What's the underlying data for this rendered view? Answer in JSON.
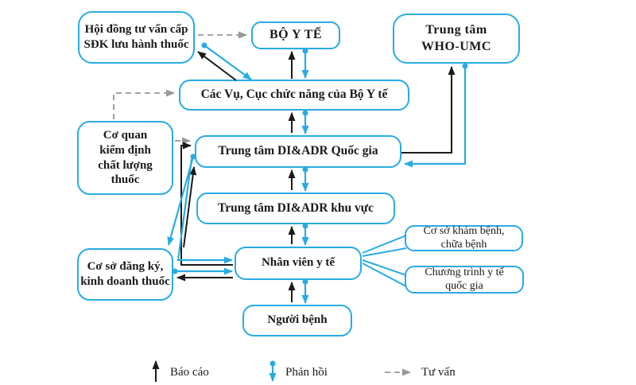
{
  "colors": {
    "accent_blue": "#29abe2",
    "arrow_black": "#1a1a1a",
    "dashed_gray": "#979797",
    "background": "#ffffff"
  },
  "nodes": {
    "hoi_dong": {
      "lines": [
        "Hội đồng tư vấn cấp",
        "SĐK lưu hành thuốc"
      ]
    },
    "bo_y_te": {
      "lines": [
        "BỘ Y TẾ"
      ]
    },
    "who_umc": {
      "lines": [
        "Trung tâm",
        "WHO-UMC"
      ]
    },
    "cac_vu": {
      "lines": [
        "Các Vụ, Cục chức năng của Bộ Y tế"
      ]
    },
    "co_quan_kiem_dinh": {
      "lines": [
        "Cơ quan",
        "kiểm định",
        "chất lượng",
        "thuốc"
      ]
    },
    "quoc_gia": {
      "lines": [
        "Trung tâm DI&ADR Quốc gia"
      ]
    },
    "khu_vuc": {
      "lines": [
        "Trung tâm DI&ADR khu vực"
      ]
    },
    "nhan_vien": {
      "lines": [
        "Nhân viên y tế"
      ]
    },
    "co_so_dang_ky": {
      "lines": [
        "Cơ sở đăng ký,",
        "kinh doanh thuốc"
      ]
    },
    "kham_benh": {
      "lines": [
        "Cơ sở khám bệnh,",
        "chữa bệnh"
      ]
    },
    "chuong_trinh": {
      "lines": [
        "Chương trình y tế",
        "quốc gia"
      ]
    },
    "nguoi_benh": {
      "lines": [
        "Người bệnh"
      ]
    }
  },
  "legend": {
    "bao_cao": "Báo cáo",
    "phan_hoi": "Phản hồi",
    "tu_van": "Tư vấn"
  },
  "edges": [
    {
      "type": "bao_cao",
      "from": "cac_vu",
      "to": "hoi_dong"
    },
    {
      "type": "bao_cao",
      "from": "cac_vu",
      "to": "bo_y_te"
    },
    {
      "type": "bao_cao",
      "from": "quoc_gia",
      "to": "cac_vu"
    },
    {
      "type": "bao_cao",
      "from": "quoc_gia",
      "to": "who_umc"
    },
    {
      "type": "bao_cao",
      "from": "khu_vuc",
      "to": "quoc_gia"
    },
    {
      "type": "bao_cao",
      "from": "nhan_vien",
      "to": "khu_vuc"
    },
    {
      "type": "bao_cao",
      "from": "nhan_vien",
      "to": "quoc_gia"
    },
    {
      "type": "bao_cao",
      "from": "nhan_vien",
      "to": "co_so_dang_ky"
    },
    {
      "type": "bao_cao",
      "from": "co_so_dang_ky",
      "to": "quoc_gia"
    },
    {
      "type": "bao_cao",
      "from": "nguoi_benh",
      "to": "nhan_vien"
    },
    {
      "type": "phan_hoi",
      "from": "hoi_dong",
      "to": "cac_vu"
    },
    {
      "type": "phan_hoi",
      "from": "bo_y_te",
      "to": "cac_vu"
    },
    {
      "type": "phan_hoi",
      "from": "cac_vu",
      "to": "quoc_gia"
    },
    {
      "type": "phan_hoi",
      "from": "who_umc",
      "to": "quoc_gia"
    },
    {
      "type": "phan_hoi",
      "from": "quoc_gia",
      "to": "khu_vuc"
    },
    {
      "type": "phan_hoi",
      "from": "quoc_gia",
      "to": "nhan_vien"
    },
    {
      "type": "phan_hoi",
      "from": "quoc_gia",
      "to": "co_so_dang_ky"
    },
    {
      "type": "phan_hoi",
      "from": "khu_vuc",
      "to": "nhan_vien"
    },
    {
      "type": "phan_hoi",
      "from": "co_so_dang_ky",
      "to": "nhan_vien"
    },
    {
      "type": "phan_hoi",
      "from": "nhan_vien",
      "to": "nguoi_benh"
    },
    {
      "type": "tu_van",
      "from": "hoi_dong",
      "to": "bo_y_te"
    },
    {
      "type": "tu_van",
      "from": "co_quan_kiem_dinh",
      "to": "cac_vu"
    },
    {
      "type": "tu_van",
      "from": "co_quan_kiem_dinh",
      "to": "quoc_gia"
    },
    {
      "type": "callout",
      "from": "kham_benh",
      "to": "nhan_vien"
    },
    {
      "type": "callout",
      "from": "chuong_trinh",
      "to": "nhan_vien"
    }
  ]
}
